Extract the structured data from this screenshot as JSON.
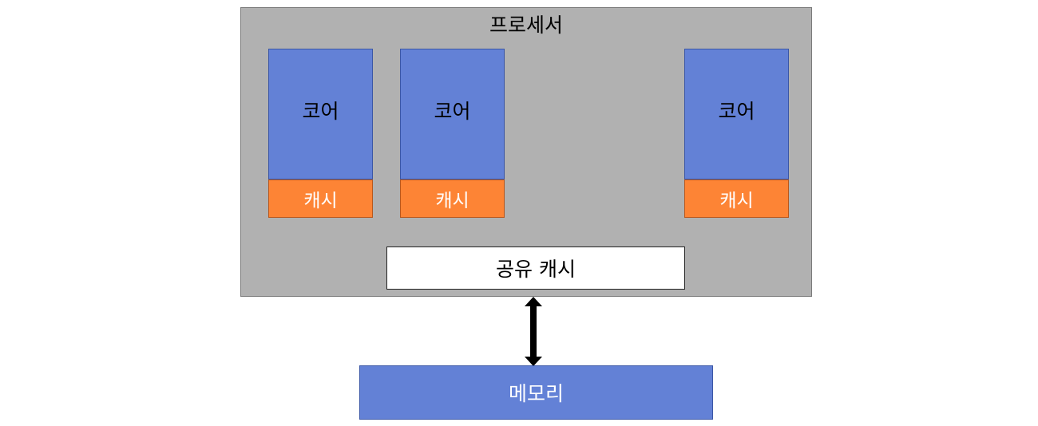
{
  "processor": {
    "label": "프로세서",
    "cores": [
      {
        "core_label": "코어",
        "cache_label": "캐시"
      },
      {
        "core_label": "코어",
        "cache_label": "캐시"
      },
      {
        "core_label": "코어",
        "cache_label": "캐시"
      }
    ],
    "shared_cache_label": "공유 캐시"
  },
  "memory": {
    "label": "메모리"
  },
  "colors": {
    "processor_bg": "#b1b1b1",
    "core": "#6381d6",
    "cache": "#fd8435",
    "shared_cache": "#ffffff",
    "memory": "#6381d6"
  },
  "icons": {
    "bus": "double-headed-vertical-arrow-icon"
  }
}
